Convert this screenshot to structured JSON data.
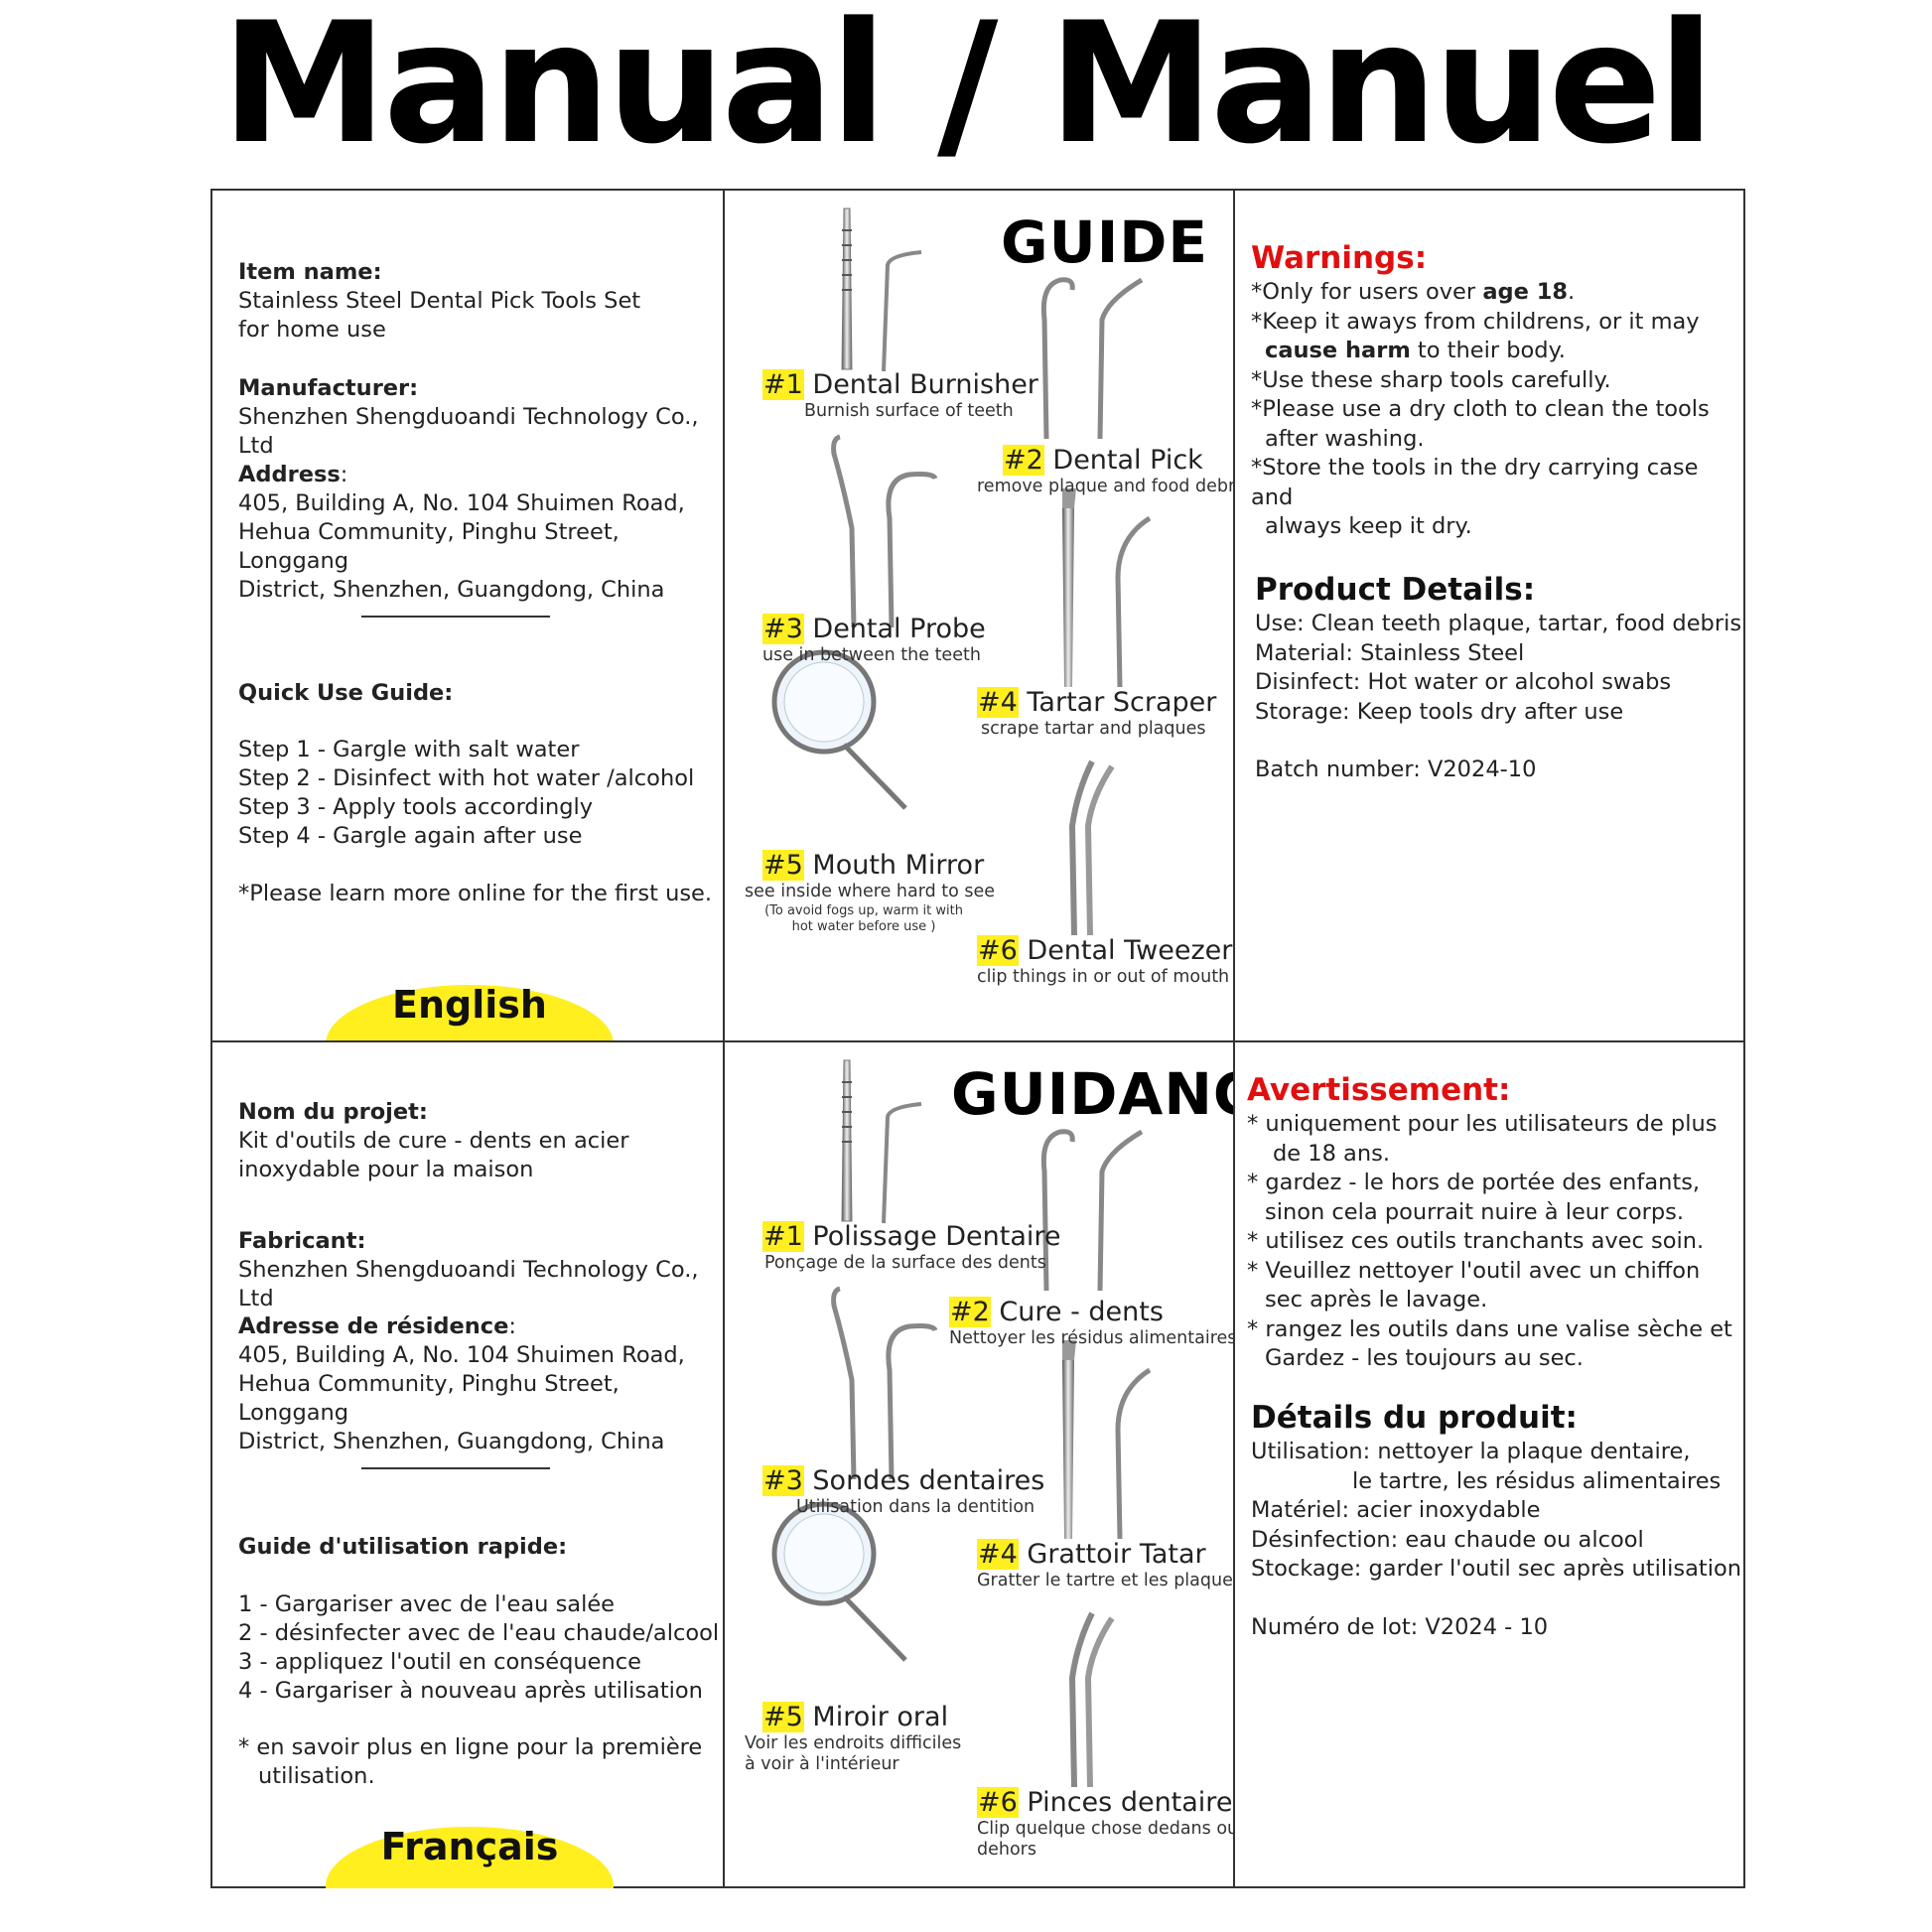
{
  "page": {
    "title": "Manual / Manuel"
  },
  "english": {
    "item_name_label": "Item name:",
    "item_name_1": "Stainless Steel Dental Pick Tools Set",
    "item_name_2": "for home use",
    "manufacturer_label": "Manufacturer:",
    "manufacturer": "Shenzhen Shengduoandi Technology Co., Ltd",
    "address_label": "Address",
    "address_colon": ":",
    "address_1": "405, Building A, No. 104 Shuimen Road,",
    "address_2": "Hehua Community, Pinghu Street, Longgang",
    "address_3": "District, Shenzhen, Guangdong, China",
    "quick_label": "Quick Use Guide:",
    "steps": [
      "Step 1 - Gargle with salt water",
      "Step 2 - Disinfect with hot water /alcohol",
      "Step 3 - Apply tools accordingly",
      "Step 4 - Gargle again after use"
    ],
    "note": "*Please learn more online for the first use.",
    "lang_label": "English"
  },
  "guide_en": {
    "title": "GUIDE",
    "tools": [
      {
        "num": "#1",
        "name": "Dental Burnisher",
        "desc": "Burnish surface of teeth"
      },
      {
        "num": "#2",
        "name": "Dental Pick",
        "desc": "remove plaque and food debris"
      },
      {
        "num": "#3",
        "name": "Dental Probe",
        "desc": "use in between the teeth"
      },
      {
        "num": "#4",
        "name": "Tartar Scraper",
        "desc": "scrape tartar and plaques"
      },
      {
        "num": "#5",
        "name": "Mouth Mirror",
        "desc": "see inside where hard to see",
        "note_1": "(To avoid fogs up, warm it with",
        "note_2": "hot water before use )"
      },
      {
        "num": "#6",
        "name": "Dental Tweezer",
        "desc": "clip things in or out of mouth"
      }
    ]
  },
  "warnings_en": {
    "title": "Warnings:",
    "w1_a": "*Only for users over ",
    "w1_b": "age 18",
    "w1_c": ".",
    "w2_a": "*Keep it aways from childrens, or it may",
    "w2_b": "cause harm",
    "w2_c": " to their body.",
    "w3": "*Use these sharp tools carefully.",
    "w4_a": "*Please use a dry cloth to clean the tools",
    "w4_b": "after washing.",
    "w5_a": "*Store the tools in the dry carrying case and",
    "w5_b": "always keep it dry.",
    "product_title": "Product Details:",
    "details": [
      "Use: Clean teeth plaque, tartar, food debris",
      "Material: Stainless Steel",
      "Disinfect: Hot water or alcohol swabs",
      "Storage: Keep tools dry after use"
    ],
    "batch": "Batch number: V2024-10"
  },
  "french": {
    "item_name_label": "Nom du projet:",
    "item_name_1": "Kit d'outils de cure - dents en acier",
    "item_name_2": "inoxydable pour la maison",
    "manufacturer_label": "Fabricant:",
    "manufacturer": "Shenzhen Shengduoandi Technology Co., Ltd",
    "address_label": "Adresse de résidence",
    "address_colon": ":",
    "address_1": "405, Building A, No. 104 Shuimen Road,",
    "address_2": "Hehua Community, Pinghu Street, Longgang",
    "address_3": "District, Shenzhen, Guangdong, China",
    "quick_label": "Guide d'utilisation rapide:",
    "steps": [
      "1 - Gargariser avec de l'eau salée",
      "2 - désinfecter avec de l'eau chaude/alcool",
      "3 - appliquez l'outil en conséquence",
      "4 - Gargariser à nouveau après utilisation"
    ],
    "note_1": "* en savoir plus en ligne pour la première",
    "note_2": "utilisation.",
    "lang_label": "Français"
  },
  "guide_fr": {
    "title": "GUIDANCE",
    "tools": [
      {
        "num": "#1",
        "name": "Polissage Dentaire",
        "desc": "Ponçage de la surface des dents"
      },
      {
        "num": "#2",
        "name": "Cure - dents",
        "desc": "Nettoyer les résidus alimentaires"
      },
      {
        "num": "#3",
        "name": "Sondes dentaires",
        "desc": "Utilisation dans la dentition"
      },
      {
        "num": "#4",
        "name": "Grattoir Tatar",
        "desc": "Gratter le tartre et les plaques"
      },
      {
        "num": "#5",
        "name": "Miroir oral",
        "desc_1": "Voir les endroits difficiles",
        "desc_2": "à voir à l'intérieur"
      },
      {
        "num": "#6",
        "name": "Pinces dentaires",
        "desc_1": "Clip quelque chose dedans ou",
        "desc_2": "dehors"
      }
    ]
  },
  "warnings_fr": {
    "title": "Avertissement:",
    "lines": [
      "* uniquement pour les utilisateurs de plus",
      "de 18 ans.",
      "* gardez - le hors de portée des enfants,",
      "sinon cela pourrait nuire à leur corps.",
      "* utilisez ces outils tranchants avec soin.",
      "* Veuillez nettoyer l'outil avec un chiffon",
      "sec après le lavage.",
      "* rangez les outils dans une valise sèche et",
      "Gardez - les toujours au sec."
    ],
    "product_title": "Détails du produit:",
    "details_1": "Utilisation: nettoyer la plaque dentaire,",
    "details_1b": "le tartre, les résidus alimentaires",
    "details_2": "Matériel: acier inoxydable",
    "details_3": "Désinfection: eau chaude ou alcool",
    "details_4": "Stockage: garder l'outil sec après utilisation",
    "batch": "Numéro de lot: V2024 - 10"
  },
  "colors": {
    "highlight": "#ffef1f",
    "warning": "#e01010",
    "border": "#333333"
  }
}
